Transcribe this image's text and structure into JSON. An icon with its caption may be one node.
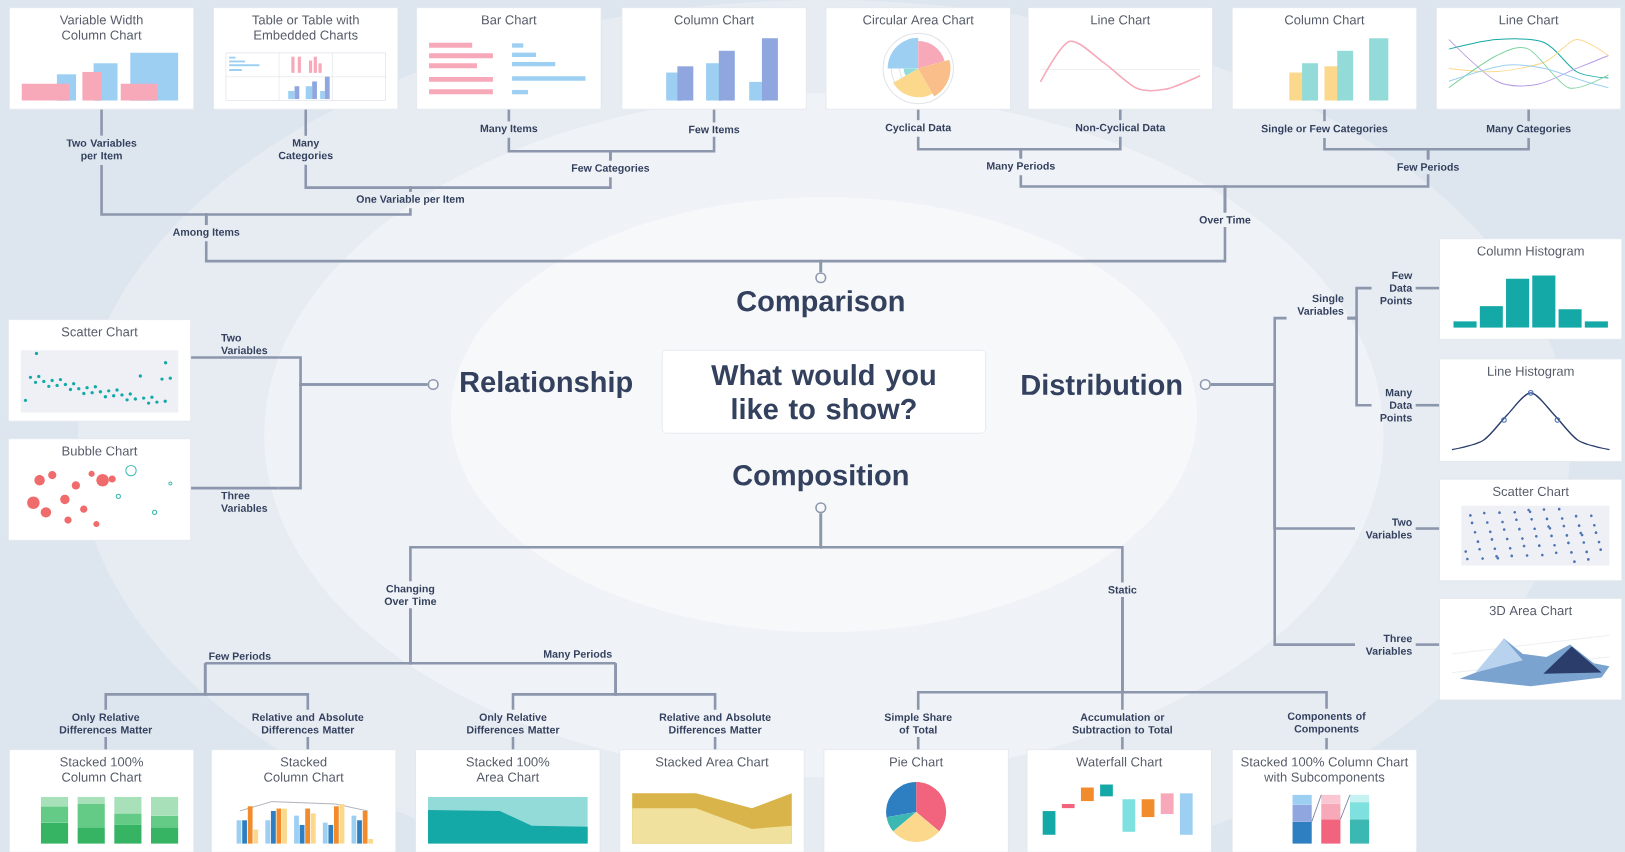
{
  "diagram": {
    "nodes": [
      {
        "text": [
          "What would you like to show?"
        ]
      },
      {
        "text": [
          "Comparison"
        ]
      },
      {
        "text": [
          "Relationship"
        ]
      },
      {
        "text": [
          "Distribution"
        ]
      },
      {
        "text": [
          "Composition"
        ]
      },
      {
        "text": [
          "Among Items"
        ]
      },
      {
        "text": [
          "Over Time"
        ]
      },
      {
        "text": [
          "Two Variables per Item"
        ]
      },
      {
        "text": [
          "One Variable per Item"
        ]
      },
      {
        "text": [
          "Many Categories"
        ]
      },
      {
        "text": [
          "Few Categories"
        ]
      },
      {
        "text": [
          "Many Items"
        ]
      },
      {
        "text": [
          "Few Items"
        ]
      },
      {
        "text": [
          "Many Periods"
        ]
      },
      {
        "text": [
          "Few Periods"
        ]
      },
      {
        "text": [
          "Cyclical Data"
        ]
      },
      {
        "text": [
          "Non-Cyclical Data"
        ]
      },
      {
        "text": [
          "Single or Few Categories"
        ]
      },
      {
        "text": [
          "Many Categories"
        ]
      },
      {
        "text": [
          "Variable Width Column Chart"
        ]
      },
      {
        "text": [
          "Table or Table with Embedded Charts"
        ]
      },
      {
        "text": [
          "Bar Chart"
        ]
      },
      {
        "text": [
          "Column Chart"
        ]
      },
      {
        "text": [
          "Circular Area Chart"
        ]
      },
      {
        "text": [
          "Line Chart"
        ]
      },
      {
        "text": [
          "Column Chart"
        ]
      },
      {
        "text": [
          "Line Chart"
        ]
      },
      {
        "text": [
          "Two Variables"
        ]
      },
      {
        "text": [
          "Three Variables"
        ]
      },
      {
        "text": [
          "Scatter Chart"
        ]
      },
      {
        "text": [
          "Bubble Chart"
        ]
      },
      {
        "text": [
          "Single Variables"
        ]
      },
      {
        "text": [
          "Few Data Points"
        ]
      },
      {
        "text": [
          "Many Data Points"
        ]
      },
      {
        "text": [
          "Two Variables"
        ]
      },
      {
        "text": [
          "Three Variables"
        ]
      },
      {
        "text": [
          "Column Histogram"
        ]
      },
      {
        "text": [
          "Line Histogram"
        ]
      },
      {
        "text": [
          "Scatter Chart"
        ]
      },
      {
        "text": [
          "3D Area Chart"
        ]
      },
      {
        "text": [
          "Changing Over Time"
        ]
      },
      {
        "text": [
          "Static"
        ]
      },
      {
        "text": [
          "Few Periods"
        ]
      },
      {
        "text": [
          "Many Periods"
        ]
      },
      {
        "text": [
          "Only Relative Differences Matter"
        ]
      },
      {
        "text": [
          "Relative and Absolute Differences Matter"
        ]
      },
      {
        "text": [
          "Only Relative Differences Matter"
        ]
      },
      {
        "text": [
          "Relative and Absolute Differences Matter"
        ]
      },
      {
        "text": [
          "Simple Share of Total"
        ]
      },
      {
        "text": [
          "Accumulation or Subtraction to Total"
        ]
      },
      {
        "text": [
          "Components of Components"
        ]
      },
      {
        "text": [
          "Stacked 100% Column Chart"
        ]
      },
      {
        "text": [
          "Stacked Column Chart"
        ]
      },
      {
        "text": [
          "Stacked 100% Area Chart"
        ]
      },
      {
        "text": [
          "Stacked Area Chart"
        ]
      },
      {
        "text": [
          "Pie Chart"
        ]
      },
      {
        "text": [
          "Waterfall Chart"
        ]
      },
      {
        "text": [
          "Stacked 100% Column Chart with Subcomponents"
        ]
      },
      {
        "text": [],
        "shape": "circle"
      },
      {
        "text": [],
        "shape": "circle"
      },
      {
        "text": [],
        "shape": "circle"
      },
      {
        "text": [],
        "shape": "circle"
      }
    ],
    "edges": [
      {
        "from": 58,
        "to": 5,
        "arrow": "none"
      },
      {
        "from": 58,
        "to": 6,
        "arrow": "none"
      },
      {
        "from": 5,
        "to": 7,
        "arrow": "none"
      },
      {
        "from": 5,
        "to": 8,
        "arrow": "none"
      },
      {
        "from": 8,
        "to": 9,
        "arrow": "none"
      },
      {
        "from": 8,
        "to": 10,
        "arrow": "none"
      },
      {
        "from": 10,
        "to": 11,
        "arrow": "none"
      },
      {
        "from": 10,
        "to": 12,
        "arrow": "none"
      },
      {
        "from": 11,
        "to": 21,
        "arrow": "none"
      },
      {
        "from": 12,
        "to": 22,
        "arrow": "none"
      },
      {
        "from": 7,
        "to": 19,
        "arrow": "none"
      },
      {
        "from": 9,
        "to": 20,
        "arrow": "none"
      },
      {
        "from": 6,
        "to": 13,
        "arrow": "none"
      },
      {
        "from": 6,
        "to": 14,
        "arrow": "none"
      },
      {
        "from": 13,
        "to": 15,
        "arrow": "none"
      },
      {
        "from": 13,
        "to": 16,
        "arrow": "none"
      },
      {
        "from": 14,
        "to": 17,
        "arrow": "none"
      },
      {
        "from": 14,
        "to": 18,
        "arrow": "none"
      },
      {
        "from": 15,
        "to": 23,
        "arrow": "none"
      },
      {
        "from": 16,
        "to": 24,
        "arrow": "none"
      },
      {
        "from": 17,
        "to": 25,
        "arrow": "none"
      },
      {
        "from": 18,
        "to": 26,
        "arrow": "none"
      },
      {
        "from": 59,
        "to": 27,
        "arrow": "none"
      },
      {
        "from": 27,
        "to": 29,
        "arrow": "none"
      },
      {
        "from": 59,
        "to": 28,
        "arrow": "none"
      },
      {
        "from": 28,
        "to": 30,
        "arrow": "none"
      },
      {
        "from": 60,
        "to": 31,
        "arrow": "none"
      },
      {
        "from": 31,
        "to": 32,
        "arrow": "none"
      },
      {
        "from": 31,
        "to": 33,
        "arrow": "none"
      },
      {
        "from": 32,
        "to": 36,
        "arrow": "none"
      },
      {
        "from": 33,
        "to": 37,
        "arrow": "none"
      },
      {
        "from": 60,
        "to": 34,
        "arrow": "none"
      },
      {
        "from": 34,
        "to": 38,
        "arrow": "none"
      },
      {
        "from": 60,
        "to": 35,
        "arrow": "none"
      },
      {
        "from": 35,
        "to": 39,
        "arrow": "none"
      },
      {
        "from": 61,
        "to": 40,
        "arrow": "none"
      },
      {
        "from": 61,
        "to": 41,
        "arrow": "none"
      },
      {
        "from": 40,
        "to": 42,
        "arrow": "none"
      },
      {
        "from": 40,
        "to": 43,
        "arrow": "none"
      },
      {
        "from": 42,
        "to": 44,
        "arrow": "none"
      },
      {
        "from": 42,
        "to": 45,
        "arrow": "none"
      },
      {
        "from": 43,
        "to": 46,
        "arrow": "none"
      },
      {
        "from": 43,
        "to": 47,
        "arrow": "none"
      },
      {
        "from": 44,
        "to": 51,
        "arrow": "none"
      },
      {
        "from": 45,
        "to": 52,
        "arrow": "none"
      },
      {
        "from": 46,
        "to": 53,
        "arrow": "none"
      },
      {
        "from": 47,
        "to": 54,
        "arrow": "none"
      },
      {
        "from": 41,
        "to": 48,
        "arrow": "none"
      },
      {
        "from": 41,
        "to": 49,
        "arrow": "none"
      },
      {
        "from": 41,
        "to": 50,
        "arrow": "none"
      },
      {
        "from": 48,
        "to": 55,
        "arrow": "none"
      },
      {
        "from": 49,
        "to": 56,
        "arrow": "none"
      },
      {
        "from": 50,
        "to": 57,
        "arrow": "none"
      }
    ]
  }
}
